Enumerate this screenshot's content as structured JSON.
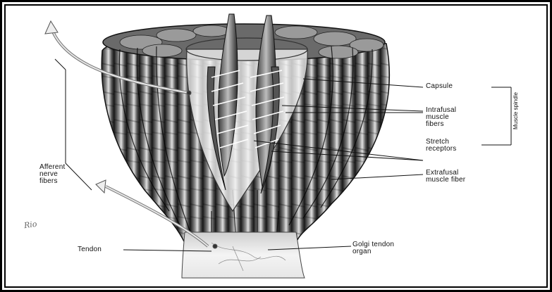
{
  "labels": {
    "capsule": "Capsule",
    "intrafusal": "Intrafusal\nmuscle\nfibers",
    "stretch": "Stretch\nreceptors",
    "extrafusal": "Extrafusal\nmuscle fiber",
    "afferent": "Afferent\nnerve\nfibers",
    "tendon": "Tendon",
    "golgi": "Golgi tendon\norgan",
    "spindle": "Muscle spindle"
  },
  "signature": "Rio",
  "colors": {
    "frame": "#000000",
    "muscle_dark": "#2a2a2a",
    "muscle_light": "#d8d8d8",
    "capsule": "#efefef"
  }
}
